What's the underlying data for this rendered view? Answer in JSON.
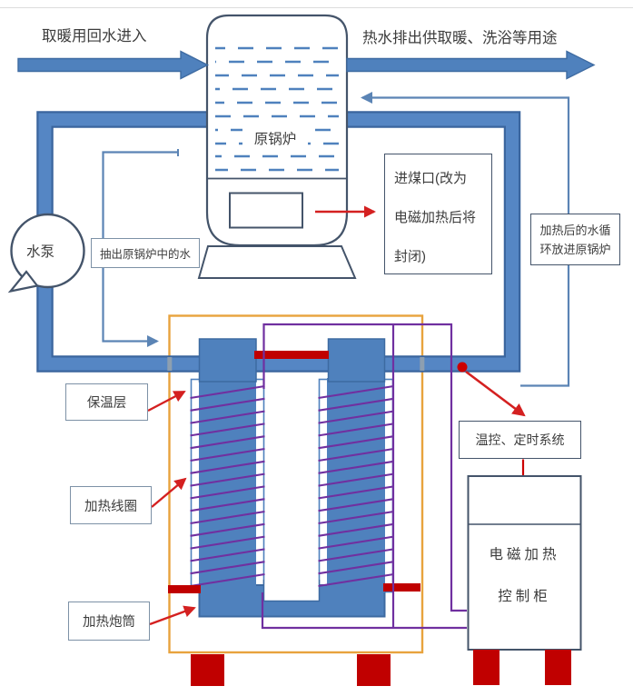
{
  "labels": {
    "return_inlet": "取暖用回水进入",
    "hot_water_outlet": "热水排出供取暖、洗浴等用途",
    "boiler": "原锅炉",
    "coal_inlet": [
      "进煤口(改为",
      "电磁加热后将",
      "封闭)"
    ],
    "pump": "水泵",
    "draw_water": "抽出原锅炉中的水",
    "return_water": [
      "加热后的水循",
      "环放进原锅炉"
    ],
    "insulation_layer": "保温层",
    "heating_coil": "加热线圈",
    "heating_barrel": "加热炮筒",
    "temp_timer": "温控、定时系统",
    "control_cabinet": [
      "电磁加热",
      "控制柜"
    ]
  },
  "colors": {
    "pipe_blue": "#4f81bd",
    "pipe_edge": "#3a659e",
    "outline_dark": "#44546a",
    "coil_purple": "#7030a0",
    "enclosure_orange": "#e8a33d",
    "accent_red": "#c00000",
    "arrow_red": "#d42020",
    "thin_line_blue": "#5b84b5"
  }
}
